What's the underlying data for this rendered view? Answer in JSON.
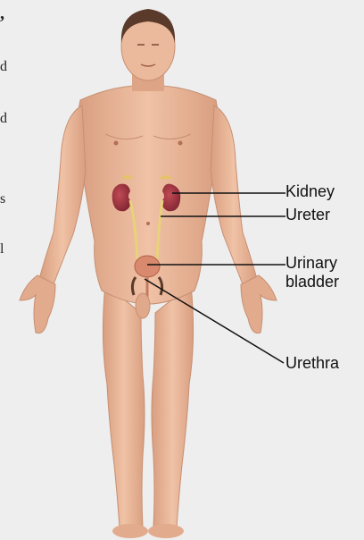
{
  "figure": {
    "background": "#eeeeee",
    "skin_color": "#e8b597",
    "kidney_color": "#9b2f3a",
    "leader_color": "#111111"
  },
  "edge_glyphs": [
    ",",
    "d",
    "d",
    "s",
    "l"
  ],
  "labels": {
    "kidney": "Kidney",
    "ureter": "Ureter",
    "urinary_bladder_line1": "Urinary",
    "urinary_bladder_line2": "bladder",
    "urethra": "Urethra"
  }
}
